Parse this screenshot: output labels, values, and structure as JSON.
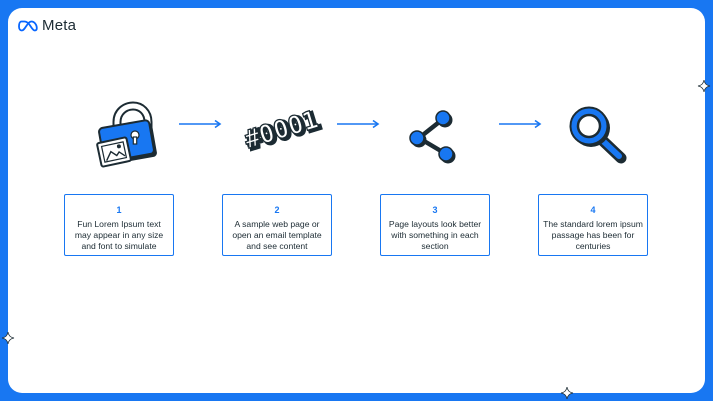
{
  "brand": {
    "name": "Meta",
    "logo_icon": "meta-infinity-icon",
    "accent_color": "#1877F2",
    "dark_color": "#1c2b33"
  },
  "flow": {
    "illustrations": [
      {
        "icon": "lock-with-image-icon"
      },
      {
        "icon": "hashtag-number-icon",
        "text": "#0001"
      },
      {
        "icon": "share-icon"
      },
      {
        "icon": "magnifying-glass-icon"
      }
    ],
    "steps": [
      {
        "number": "1",
        "text": "Fun Lorem Ipsum text may appear in any size and font to simulate"
      },
      {
        "number": "2",
        "text": "A sample web page or open an email template and see content"
      },
      {
        "number": "3",
        "text": "Page layouts look better with something in each section"
      },
      {
        "number": "4",
        "text": "The standard lorem ipsum passage has been for centuries"
      }
    ]
  }
}
